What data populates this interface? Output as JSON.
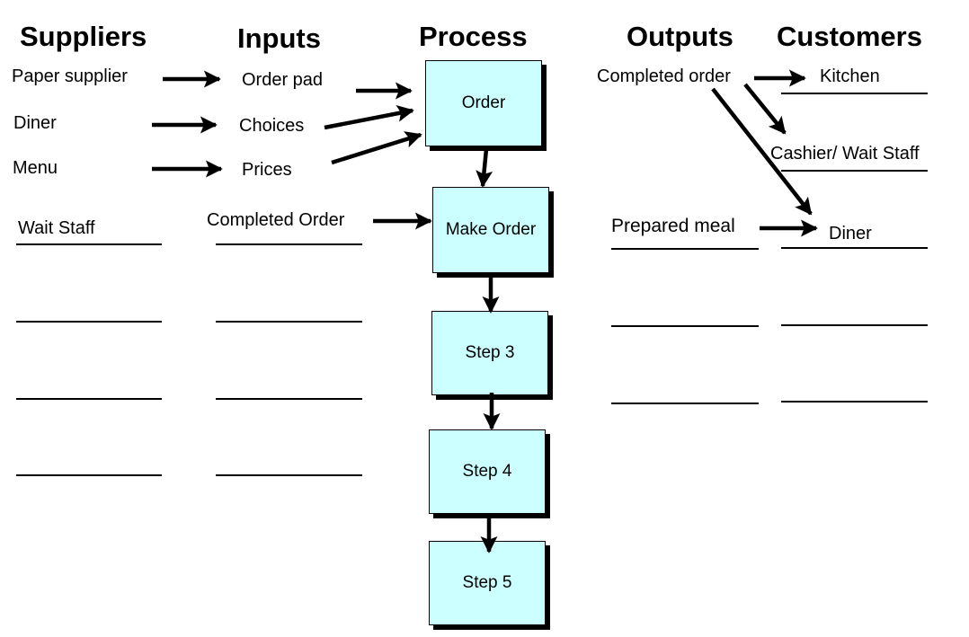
{
  "headers": {
    "suppliers": "Suppliers",
    "inputs": "Inputs",
    "process": "Process",
    "outputs": "Outputs",
    "customers": "Customers"
  },
  "suppliers": [
    "Paper supplier",
    "Diner",
    "Menu",
    "Wait Staff"
  ],
  "inputs": [
    "Order pad",
    "Choices",
    "Prices",
    "Completed Order"
  ],
  "process": [
    "Order",
    "Make Order",
    "Step 3",
    "Step 4",
    "Step 5"
  ],
  "outputs": [
    "Completed order",
    "Prepared meal"
  ],
  "customers": [
    "Kitchen",
    "Cashier/ Wait Staff",
    "Diner"
  ],
  "colors": {
    "process_box": "#ccffff",
    "ink": "#000000"
  }
}
